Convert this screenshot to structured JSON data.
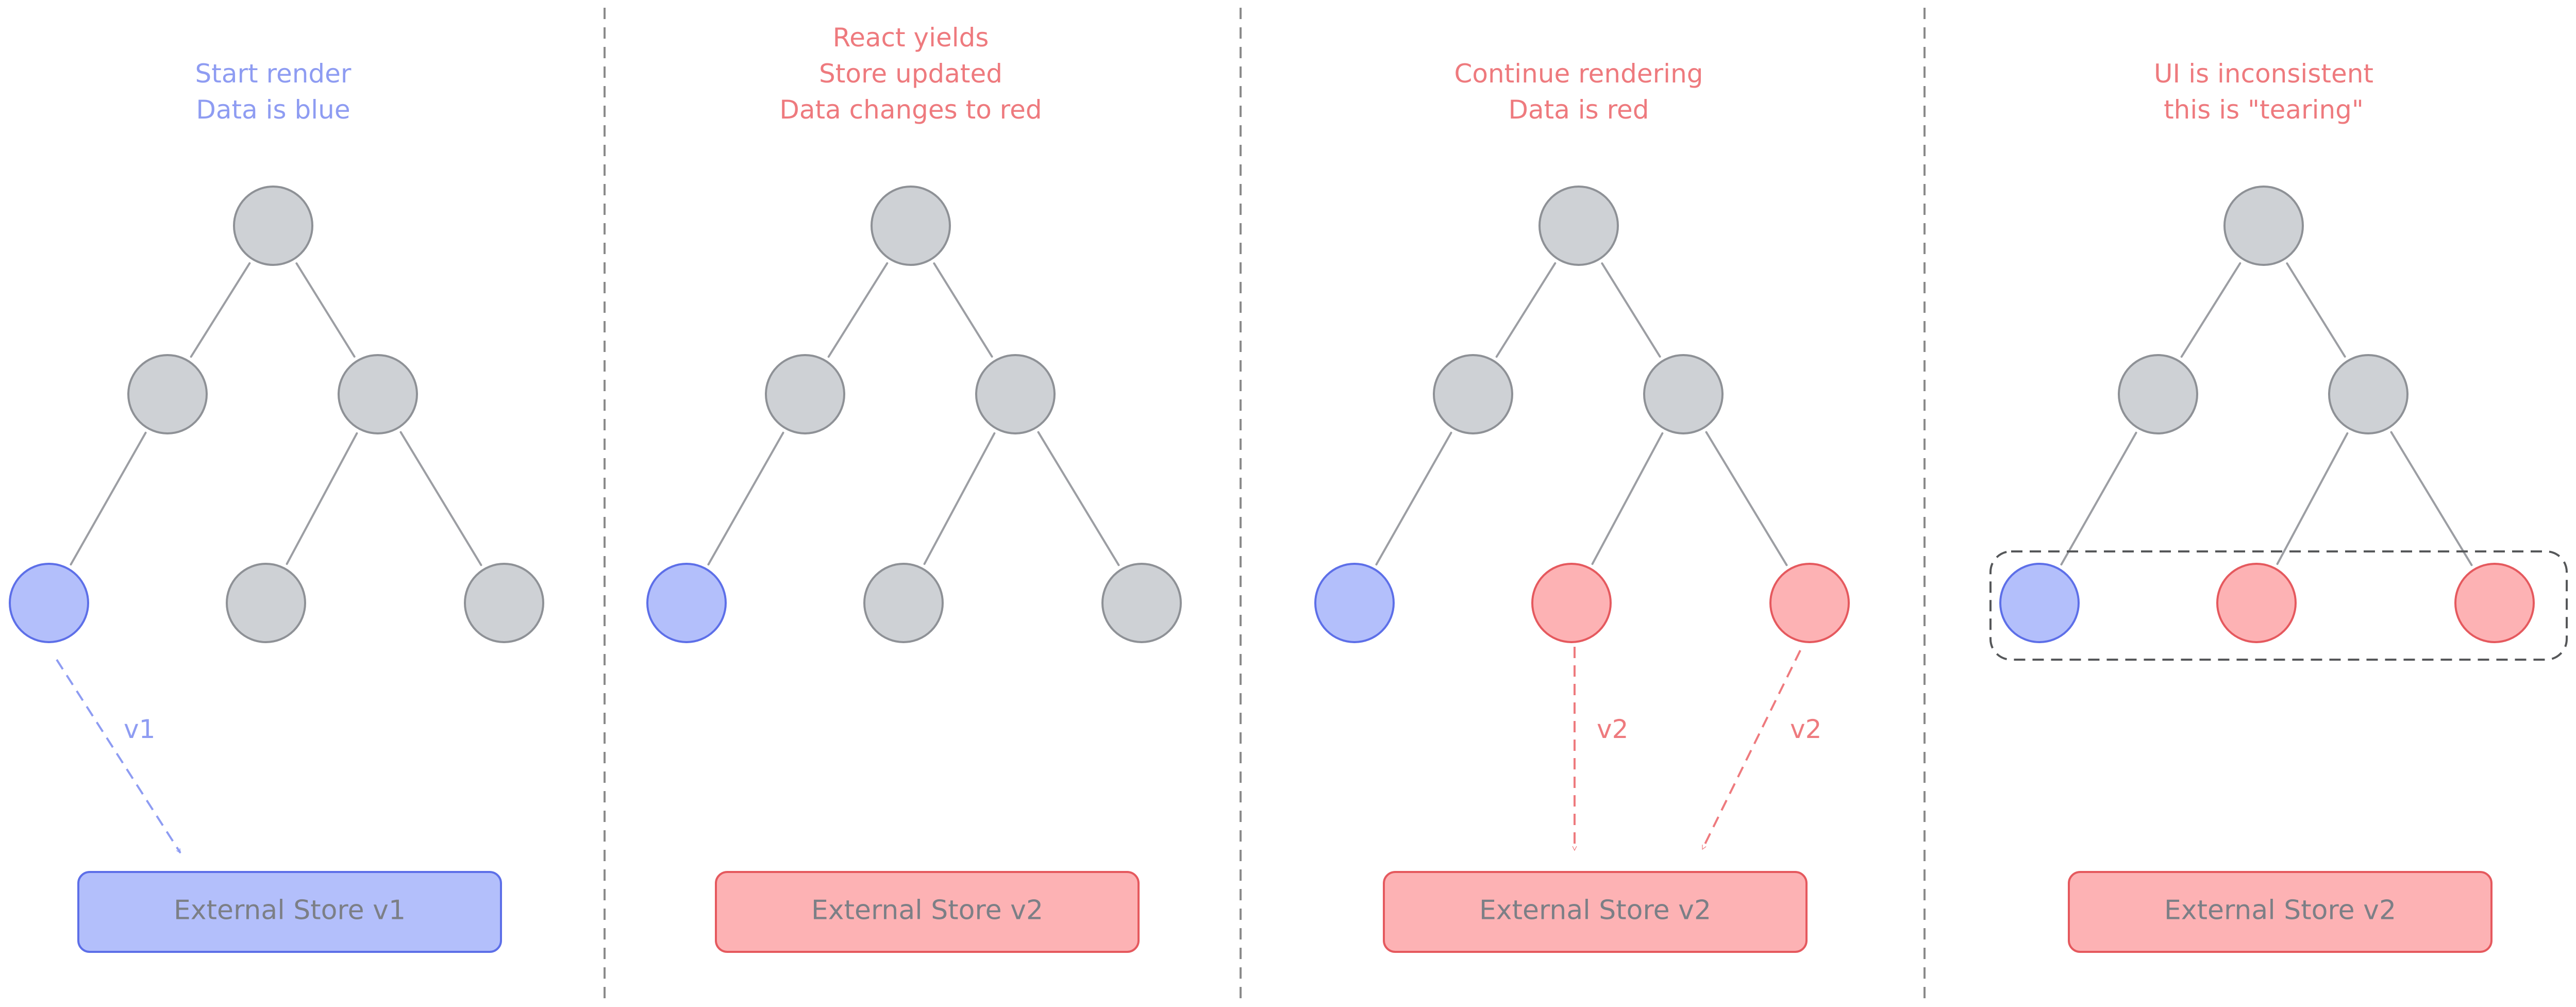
{
  "colors": {
    "gray_fill": "#ced1d5",
    "gray_stroke": "#8e9196",
    "blue_fill": "#b3bffb",
    "blue_stroke": "#5d6fe8",
    "red_fill": "#fdb2b4",
    "red_stroke": "#e5595e",
    "edge": "#9c9ea3",
    "divider": "#8a8a8a",
    "caption_blue": "#8e9cf2",
    "caption_red": "#ee7a7e",
    "store_text": "#7c7f86"
  },
  "panels": [
    {
      "caption": [
        "Start render",
        "Data is blue"
      ],
      "caption_color": "blue",
      "leaves": [
        "blue",
        "gray",
        "gray"
      ],
      "store_label": "External Store v1",
      "store_color": "blue",
      "arrows": [
        {
          "label": "v1",
          "color": "blue"
        }
      ],
      "highlight": false
    },
    {
      "caption": [
        "React yields",
        "Store updated",
        "Data changes to red"
      ],
      "caption_color": "red",
      "leaves": [
        "blue",
        "gray",
        "gray"
      ],
      "store_label": "External Store v2",
      "store_color": "red",
      "arrows": [],
      "highlight": false
    },
    {
      "caption": [
        "Continue rendering",
        "Data is red"
      ],
      "caption_color": "red",
      "leaves": [
        "blue",
        "red",
        "red"
      ],
      "store_label": "External Store v2",
      "store_color": "red",
      "arrows": [
        {
          "label": "v2",
          "color": "red"
        },
        {
          "label": "v2",
          "color": "red"
        }
      ],
      "highlight": false
    },
    {
      "caption": [
        "UI is inconsistent",
        "this is \"tearing\""
      ],
      "caption_color": "red",
      "leaves": [
        "blue",
        "red",
        "red"
      ],
      "store_label": "External Store v2",
      "store_color": "red",
      "arrows": [],
      "highlight": true
    }
  ]
}
